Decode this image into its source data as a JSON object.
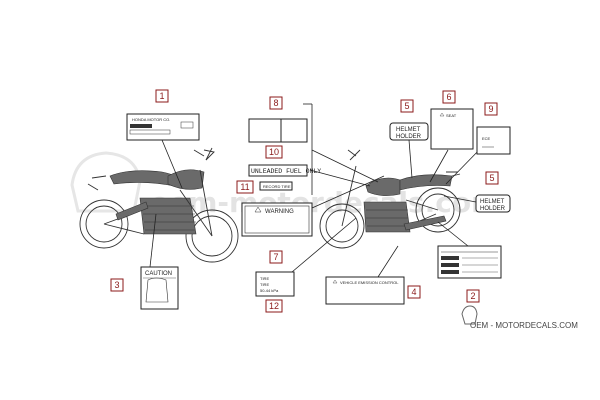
{
  "watermark": {
    "text": "oem-motordecals.com",
    "footer": "OEM - MOTORDECALS.COM"
  },
  "callouts": {
    "c1": "1",
    "c2": "2",
    "c3": "3",
    "c4": "4",
    "c5a": "5",
    "c5b": "5",
    "c6": "6",
    "c7": "7",
    "c8": "8",
    "c9": "9",
    "c10": "10",
    "c11": "11",
    "c12": "12"
  },
  "labels": {
    "label1_text": "HONDA MOTOR CO.",
    "label3_title": "CAUTION",
    "helmet_line1": "HELMET",
    "helmet_line2": "HOLDER",
    "label7_title": "WARNING",
    "label10_text": "UNLEADED FUEL ONLY",
    "label11_text": "RECORD TIRE",
    "label12_line1": "TIRE",
    "label12_line2": "TIRE",
    "label12_line3": "50-44 kPa",
    "label4_text": "VEHICLE EMISSION CONTROL",
    "label9_text": "ECE",
    "label6_text": "SEAT"
  },
  "colors": {
    "callout": "#8b1a1a",
    "line": "#222222",
    "watermark": "#e3e3e3"
  }
}
